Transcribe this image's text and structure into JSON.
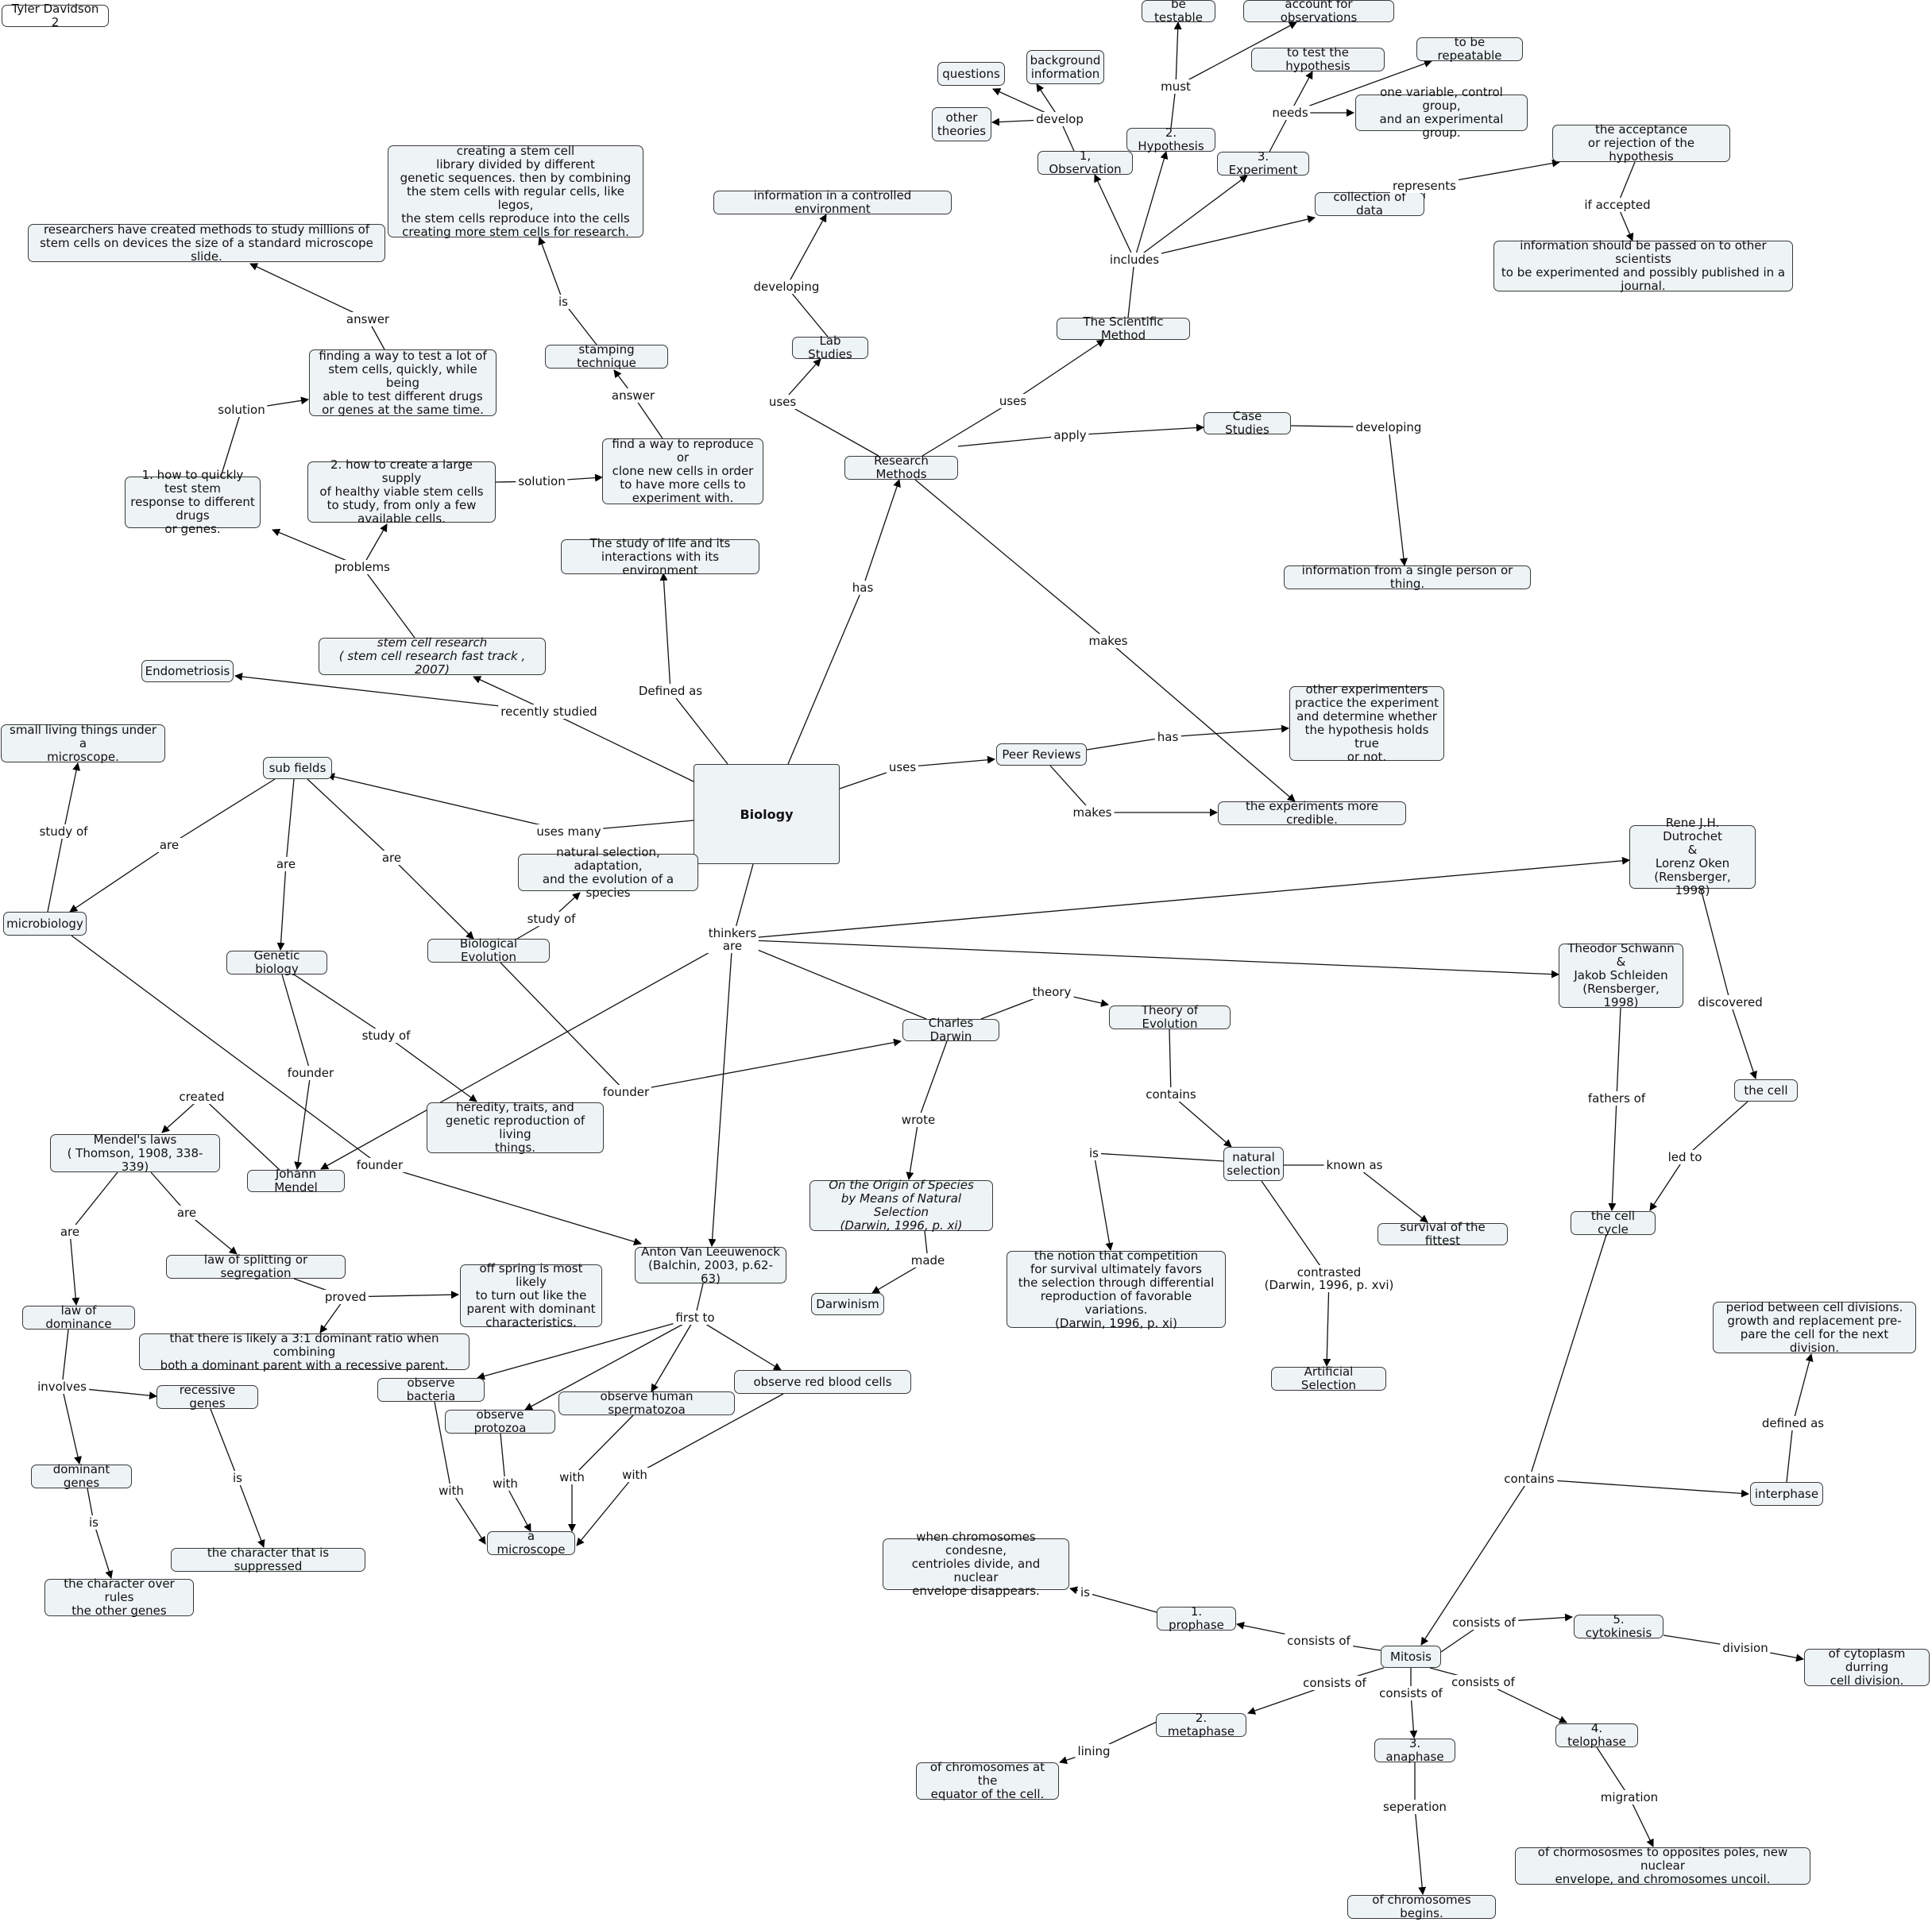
{
  "nodes": {
    "title": "Tyler Davidson 2",
    "biology": "Biology",
    "study_of_life": "The study of life and its\ninteractions with its environment",
    "research_methods": "Research Methods",
    "lab_studies": "Lab Studies",
    "controlled_env": "information in a controlled environment",
    "scientific_method": "The Scientific Method",
    "observation": "1, Observation",
    "hypothesis": "2. Hypothesis",
    "experiment": "3. Experiment",
    "collection_data": "collection of data",
    "questions": "questions",
    "background_info": "background\ninformation",
    "other_theories": "other\ntheories",
    "be_testable": "be testable",
    "account_obs": "account for observations",
    "test_hypothesis": "to test the hypothesis",
    "repeatable": "to be repeatable",
    "one_variable": "one variable, control group,\nand an experimental group.",
    "acceptance": "the acceptance\nor rejection of the hypothesis",
    "info_passed": "information should be passed on to other scientists\nto be experimented and possibly published in a\njournal.",
    "case_studies": "Case Studies",
    "single_person": "information from a single person or thing.",
    "peer_reviews": "Peer Reviews",
    "other_experimenters": "other experimenters\npractice the experiment\nand determine whether\nthe hypothesis holds true\nor not.",
    "more_credible": "the experiments more credible.",
    "endometriosis": "Endometriosis",
    "stem_cell_research": "stem cell research\n( stem cell research fast track , 2007)",
    "problem1": "1. how to quickly test stem\nresponse to different drugs\nor genes.",
    "problem2": "2. how to create a large supply\nof healthy viable stem cells\nto study, from only a few\navailable cells.",
    "finding_way": "finding a way to test a lot of\nstem cells, quickly, while being\nable to test different drugs\nor genes at the same time.",
    "researchers_methods": "researchers have created methods to study millions of\nstem cells on devices the size of a standard microscope slide.",
    "reproduce_clone": "find a way to reproduce or\nclone new cells in order\nto have more cells to\nexperiment with.",
    "stamping": "stamping technique",
    "stem_library": "creating a stem cell\nlibrary divided by different\ngenetic sequences. then by combining\nthe stem cells with regular cells, like legos,\nthe stem cells reproduce into the cells\ncreating more stem cells for research.",
    "sub_fields": "sub fields",
    "small_living": "small living things under a\nmicroscope.",
    "microbiology": "microbiology",
    "genetic_biology": "Genetic biology",
    "biological_evolution": "Biological Evolution",
    "natural_selection_adapt": "natural selection, adaptation,\nand the evolution of a species",
    "heredity": "heredity, traits, and\ngenetic reproduction of living\nthings.",
    "johann_mendel": "Johann Mendel",
    "mendels_laws": "Mendel's laws\n( Thomson, 1908, 338-339)",
    "law_splitting": "law of splitting or segregation",
    "offspring": "off spring is most likely\nto turn out like the\nparent with dominant\ncharacteristics.",
    "ratio": "that there is likely a 3:1 dominant ratio when combining\nboth a dominant parent with a recessive parent.",
    "law_dominance": "law of dominance",
    "recessive_genes": "recessive genes",
    "dominant_genes": "dominant genes",
    "suppressed": "the character that is suppressed",
    "character_over": "the character over rules\nthe other genes",
    "anton": "Anton Van Leeuwenock\n(Balchin, 2003, p.62-63)",
    "observe_bacteria": "observe bacteria",
    "observe_protozoa": "observe protozoa",
    "observe_sperm": "observe human spermatozoa",
    "observe_rbc": "observe red blood cells",
    "microscope": "a microscope",
    "charles_darwin": "Charles Darwin",
    "theory_evolution": "Theory of Evolution",
    "origin_species": "On the Origin of Species\nby Means of Natural Selection\n(Darwin, 1996, p. xi)",
    "darwinism": "Darwinism",
    "natural_selection": "natural\nselection",
    "notion_competition": "the notion that competition\nfor survival ultimately favors\nthe selection through differential\nreproduction of favorable variations.\n(Darwin, 1996, p. xi)",
    "survival_fittest": "survival of the fittest",
    "artificial_selection": "Artificial Selection",
    "rene": "Rene J.H. Dutrochet\n&\nLorenz Oken\n(Rensberger, 1998)",
    "schwann": "Theodor Schwann\n&\nJakob Schleiden\n(Rensberger, 1998)",
    "the_cell": "the cell",
    "cell_cycle": "the cell cycle",
    "period_between": "period between cell divisions.\ngrowth and replacement pre-\npare the cell for the next division.",
    "interphase": "interphase",
    "mitosis": "Mitosis",
    "prophase": "1. prophase",
    "prophase_desc": "when chromosomes condesne,\ncentrioles divide, and nuclear\nenvelope disappears.",
    "metaphase": "2. metaphase",
    "metaphase_desc": "of chromosomes at the\nequator of the cell.",
    "anaphase": "3. anaphase",
    "anaphase_desc": "of chromosomes begins.",
    "telophase": "4. telophase",
    "telophase_desc": "of chormososmes to opposites poles, new nuclear\nenvelope, and chromosomes uncoil.",
    "cytokinesis": "5. cytokinesis",
    "cytokinesis_desc": "of cytoplasm durring\ncell division."
  },
  "links": {
    "defined_as": "Defined as",
    "has": "has",
    "uses_lab": "uses",
    "developing_lab": "developing",
    "uses_sci": "uses",
    "includes": "includes",
    "develop": "develop",
    "must": "must",
    "needs": "needs",
    "represents": "represents",
    "if_accepted": "if accepted",
    "apply": "apply",
    "developing_case": "developing",
    "makes_rm": "makes",
    "uses_peer": "uses",
    "has_peer": "has",
    "makes_peer": "makes",
    "recently_studied": "recently studied",
    "problems": "problems",
    "solution1": "solution",
    "answer1": "answer",
    "solution2": "solution",
    "answer2": "answer",
    "is_stamp": "is",
    "uses_many": "uses many",
    "are_micro": "are",
    "are_genetic": "are",
    "are_evo": "are",
    "study_of_micro": "study of",
    "study_of_evo": "study of",
    "study_of_gen": "study of",
    "founder_gen": "founder",
    "founder_micro": "founder",
    "founder_evo": "founder",
    "created": "created",
    "are_laws1": "are",
    "are_laws2": "are",
    "proved": "proved",
    "involves": "involves",
    "is_recessive": "is",
    "is_dominant": "is",
    "thinkers_are": "thinkers\nare",
    "first_to": "first to",
    "with_bacteria": "with",
    "with_protozoa": "with",
    "with_sperm": "with",
    "with_rbc": "with",
    "theory": "theory",
    "wrote": "wrote",
    "made": "made",
    "contains_evo": "contains",
    "is_ns": "is",
    "known_as": "known as",
    "contrasted": "contrasted\n(Darwin, 1996, p. xvi)",
    "discovered": "discovered",
    "fathers_of": "fathers of",
    "led_to": "led to",
    "contains_cycle": "contains",
    "defined_as_inter": "defined as",
    "consists_prophase": "consists of",
    "consists_metaphase": "consists of",
    "consists_anaphase": "consists of",
    "consists_telophase": "consists of",
    "consists_cytokinesis": "consists of",
    "is_prophase": "is",
    "lining": "lining",
    "seperation": "seperation",
    "migration": "migration",
    "division": "division"
  }
}
